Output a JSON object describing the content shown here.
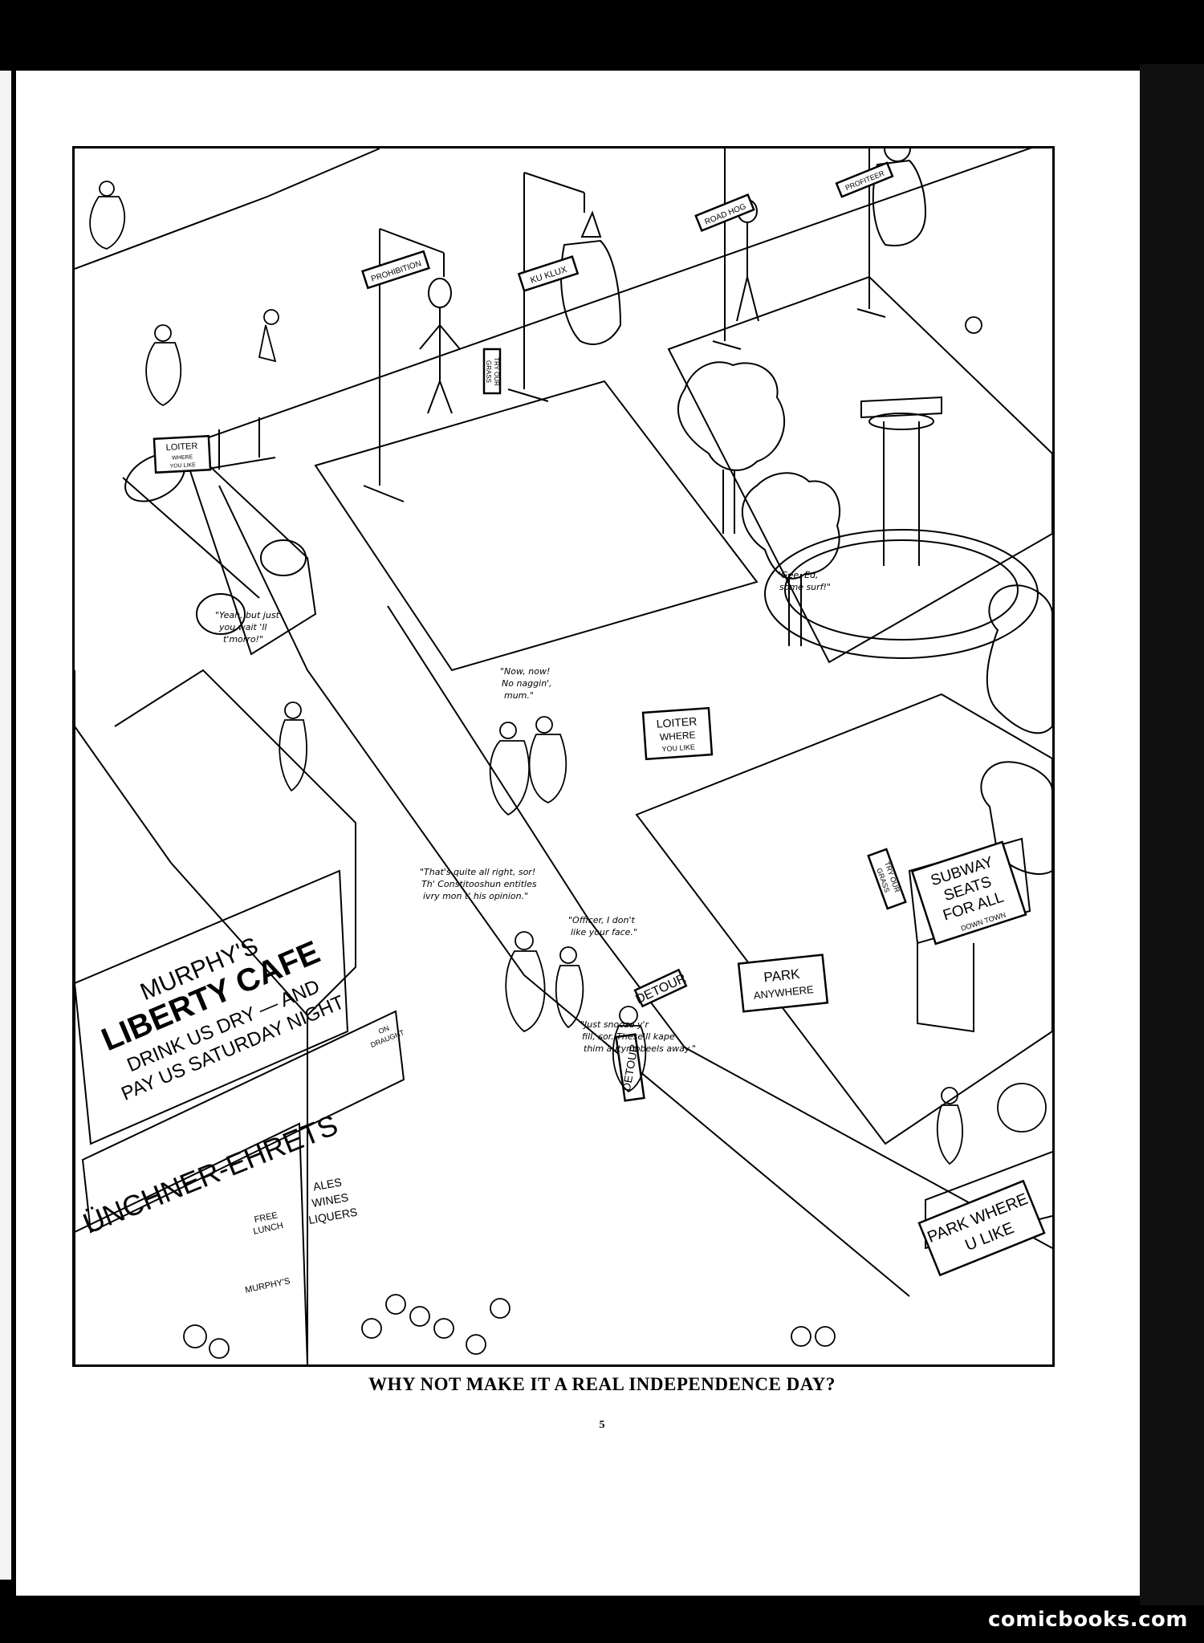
{
  "signs": {
    "prohibition": "PROHIBITION",
    "ku_klux": "KU KLUX",
    "road_hog": "ROAD HOG",
    "profiteer": "PROFITEER",
    "loiter_1": [
      "LOITER",
      "WHERE",
      "YOU LIKE"
    ],
    "try_grass_1": [
      "TRY OUR",
      "GRASS"
    ],
    "loiter_2": [
      "LOITER",
      "WHERE",
      "YOU LIKE"
    ],
    "try_grass_2": [
      "TRY OUR",
      "GRASS"
    ],
    "subway": [
      "SUBWAY",
      "SEATS",
      "FOR ALL"
    ],
    "down_town": "DOWN TOWN",
    "park_anywhere": [
      "PARK",
      "ANYWHERE"
    ],
    "detour_1": "DETOUR",
    "detour_2": "DETOUR",
    "park_where": [
      "PARK WHERE",
      "U LIKE"
    ],
    "murphys_cafe": [
      "MURPHY'S",
      "LIBERTY CAFE",
      "DRINK US DRY — AND",
      "PAY US SATURDAY NIGHT"
    ],
    "munchner": "ÜNCHNER-EHRETS",
    "on_draught": [
      "ON",
      "DRAUGHT"
    ],
    "free_lunch": [
      "FREE",
      "LUNCH"
    ],
    "ales": [
      "ALES",
      "WINES",
      "LIQUERS"
    ],
    "murphys_small": "MURPHY'S"
  },
  "speech": {
    "yeah": [
      "\"Yeah, but just",
      "you wait 'll",
      "t'morro!\""
    ],
    "gee": [
      "\"Gee, Ed,",
      "some surf!\""
    ],
    "now_now": [
      "\"Now, now!",
      "No naggin',",
      "mum.\""
    ],
    "thats_quite": [
      "\"That's quite all right, sor!",
      "Th' Constitooshun entitles",
      "ivry mon t' his opinion.\""
    ],
    "officer": [
      "\"Officer, I don't",
      "like your face.\""
    ],
    "snooze": [
      "\"Just snooze y'r",
      "fill, sor. These'll kape",
      "thim autymobeels away.\""
    ]
  },
  "caption": "WHY NOT MAKE IT A REAL INDEPENDENCE DAY?",
  "page_number": "5",
  "watermark": "comicbooks.com"
}
